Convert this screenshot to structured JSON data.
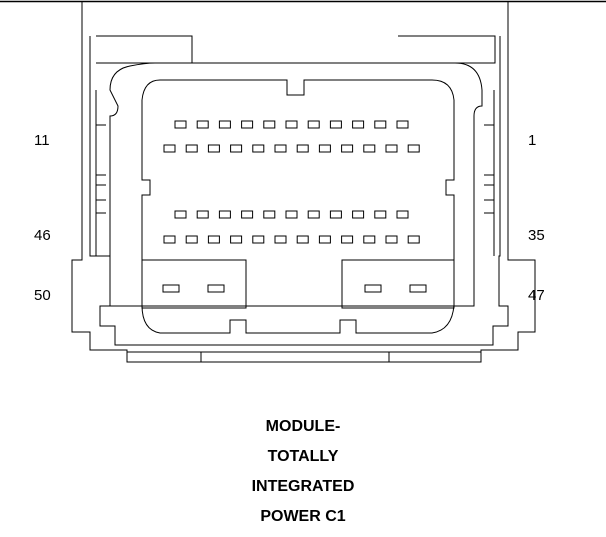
{
  "pin_labels": {
    "top_left": "11",
    "top_right": "1",
    "mid_left": "46",
    "mid_right": "35",
    "bottom_left": "50",
    "bottom_right": "47"
  },
  "caption": {
    "line1": "MODULE-",
    "line2": "TOTALLY",
    "line3": "INTEGRATED",
    "line4": "POWER C1"
  },
  "connector": {
    "row1_pins": 11,
    "row2_pins": 12,
    "row3_pins": 11,
    "row4_pins": 12,
    "left_block_pins": 2,
    "right_block_pins": 2
  },
  "colors": {
    "line": "#000000",
    "background": "#ffffff"
  }
}
